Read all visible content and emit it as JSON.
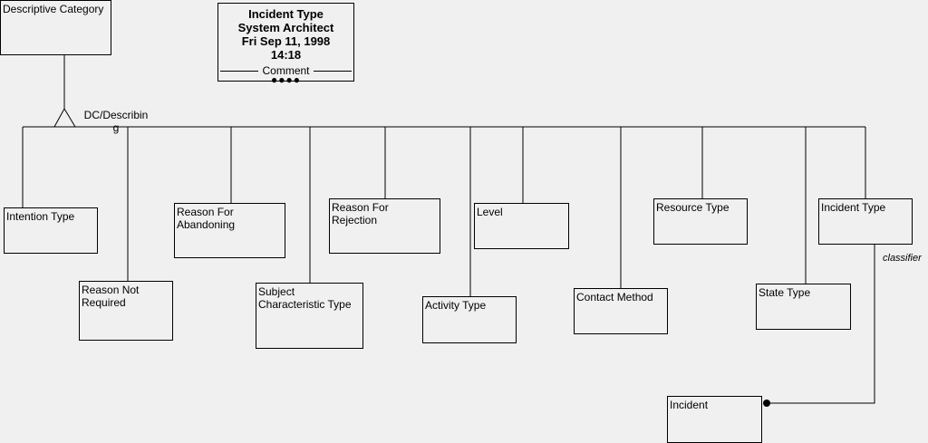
{
  "title_block": {
    "entity": "Incident Type",
    "author": "System Architect",
    "date": "Fri Sep 11, 1998",
    "time": "14:18",
    "comment_label": "Comment",
    "comment_marker": "●●●●"
  },
  "entities": {
    "descriptive_category": "Descriptive Category",
    "intention_type": "Intention Type",
    "reason_not_required": "Reason Not\nRequired",
    "reason_for_abandoning": "Reason For\nAbandoning",
    "subject_characteristic_type": "Subject\nCharacteristic Type",
    "reason_for_rejection": "Reason For\nRejection",
    "activity_type": "Activity Type",
    "level": "Level",
    "contact_method": "Contact Method",
    "resource_type": "Resource Type",
    "state_type": "State Type",
    "incident_type": "Incident Type",
    "incident": "Incident"
  },
  "relationships": {
    "dc_describing": "DC/Describin\ng",
    "classifier": "classifier"
  }
}
